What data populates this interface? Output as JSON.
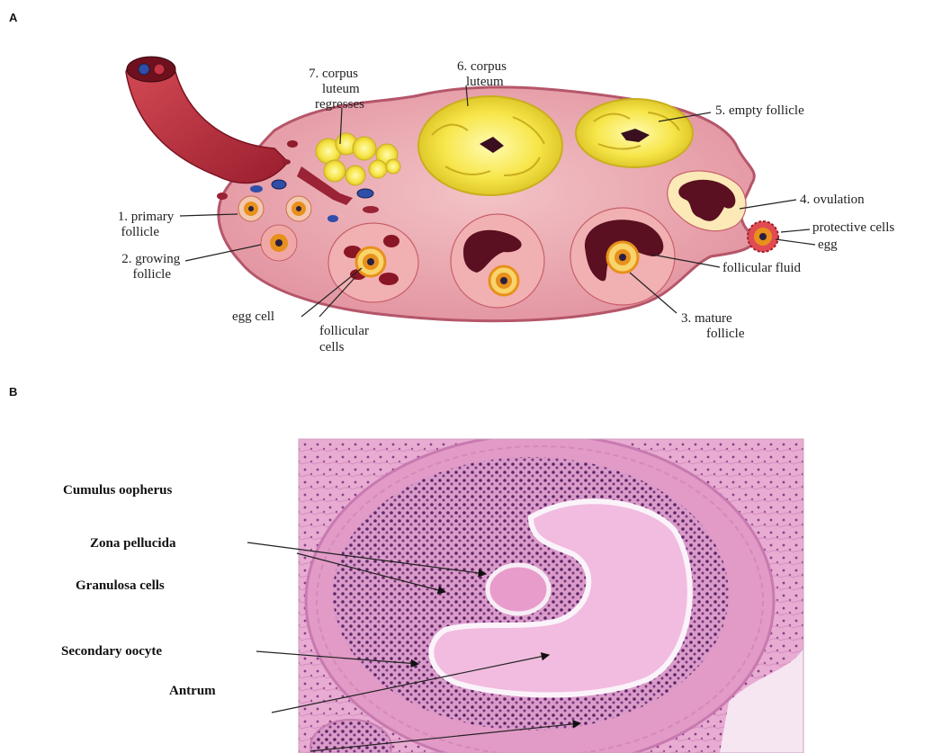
{
  "panel_a": {
    "letter": "A",
    "labels": {
      "primary_follicle": [
        "1. primary",
        "follicle"
      ],
      "growing_follicle": [
        "2. growing",
        "follicle"
      ],
      "egg_cell": [
        "egg cell"
      ],
      "follicular_cells": [
        "follicular",
        "cells"
      ],
      "corpus_luteum_regresses": [
        "7. corpus",
        "luteum",
        "regresses"
      ],
      "corpus_luteum": [
        "6. corpus",
        "luteum"
      ],
      "empty_follicle": [
        "5. empty follicle"
      ],
      "ovulation": [
        "4. ovulation"
      ],
      "protective_cells": [
        "protective cells"
      ],
      "egg": [
        "egg"
      ],
      "follicular_fluid": [
        "follicular fluid"
      ],
      "mature_follicle": [
        "3. mature",
        "follicle"
      ]
    }
  },
  "panel_b": {
    "letter": "B",
    "labels": {
      "cumulus_oopherus": "Cumulus oopherus",
      "zona_pellucida": "Zona pellucida",
      "granulosa_cells": "Granulosa cells",
      "secondary_oocyte": "Secondary oocyte",
      "antrum": "Antrum"
    }
  },
  "colors": {
    "ovary_fill": "#e9a3ad",
    "ovary_edge": "#b5566a",
    "vessel": "#b8283a",
    "corpus_yellow": "#f7e64a",
    "follicle_orange": "#e8901c",
    "fluid_dark": "#5a1020",
    "histo_pink": "#e7a9cf",
    "histo_nucleus": "#6b2a6d"
  }
}
